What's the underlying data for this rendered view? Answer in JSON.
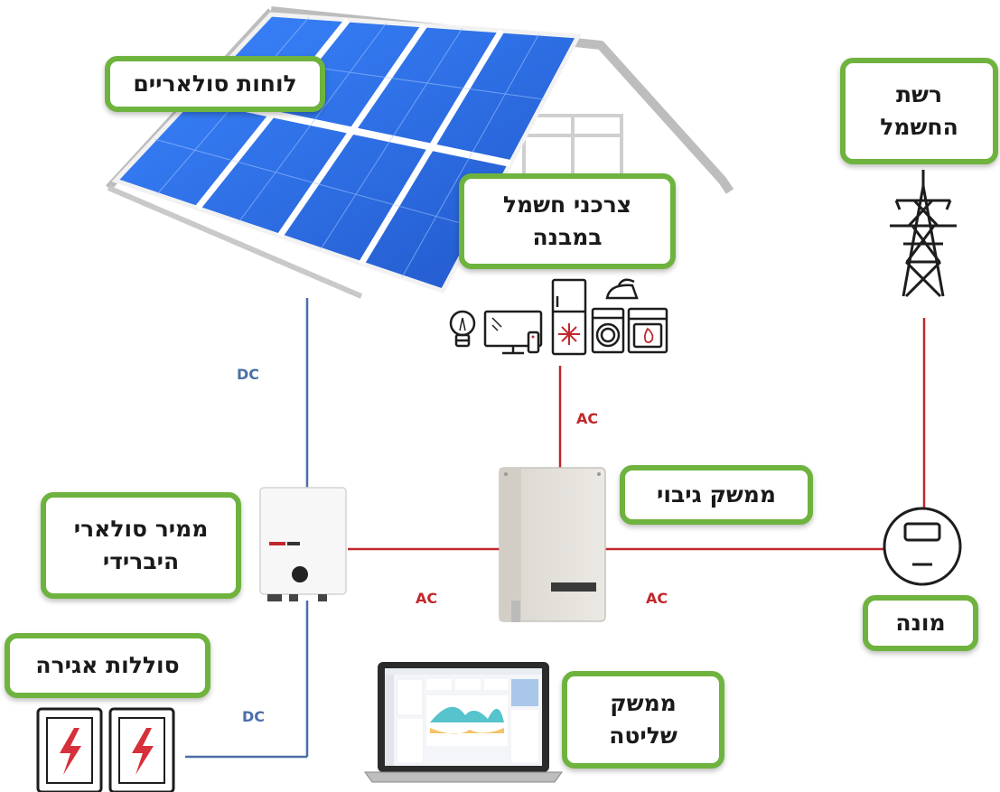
{
  "labels": {
    "solar_panels": "לוחות סולאריים",
    "grid_line1": "רשת",
    "grid_line2": "החשמל",
    "consumers_line1": "צרכני חשמל",
    "consumers_line2": "במבנה",
    "backup": "ממשק גיבוי",
    "inverter_line1": "ממיר סולארי",
    "inverter_line2": "היברידי",
    "meter": "מונה",
    "batteries": "סוללות אגירה",
    "control_line1": "ממשק",
    "control_line2": "שליטה"
  },
  "connections": {
    "dc_top": "DC",
    "dc_bottom": "DC",
    "ac_consumers": "AC",
    "ac_inverter": "AC",
    "ac_meter": "AC"
  },
  "colors": {
    "accent_green": "#6fb33f",
    "dc_line": "#4a6fa8",
    "ac_line": "#c0282d",
    "panel_blue": "#2f6fe0"
  }
}
